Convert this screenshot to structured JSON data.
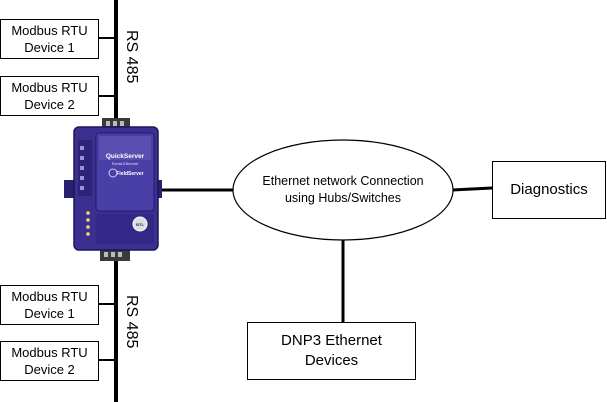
{
  "devices_top": [
    {
      "line1": "Modbus RTU",
      "line2": "Device 1"
    },
    {
      "line1": "Modbus RTU",
      "line2": "Device 2"
    }
  ],
  "devices_bottom": [
    {
      "line1": "Modbus RTU",
      "line2": "Device 1"
    },
    {
      "line1": "Modbus RTU",
      "line2": "Device 2"
    }
  ],
  "bus_label_top": "RS 485",
  "bus_label_bottom": "RS 485",
  "network": {
    "line1": "Ethernet network Connection",
    "line2": "using Hubs/Switches"
  },
  "diagnostics": "Diagnostics",
  "dnp3": {
    "line1": "DNP3 Ethernet",
    "line2": "Devices"
  },
  "gateway": {
    "brand": "QuickServer",
    "sub": "Serial-Ethernet",
    "maker": "FieldServer",
    "logo": "BTL",
    "colors": {
      "body": "#3b2f8f",
      "body_dark": "#24196a",
      "body_light": "#5a4fb0"
    }
  }
}
